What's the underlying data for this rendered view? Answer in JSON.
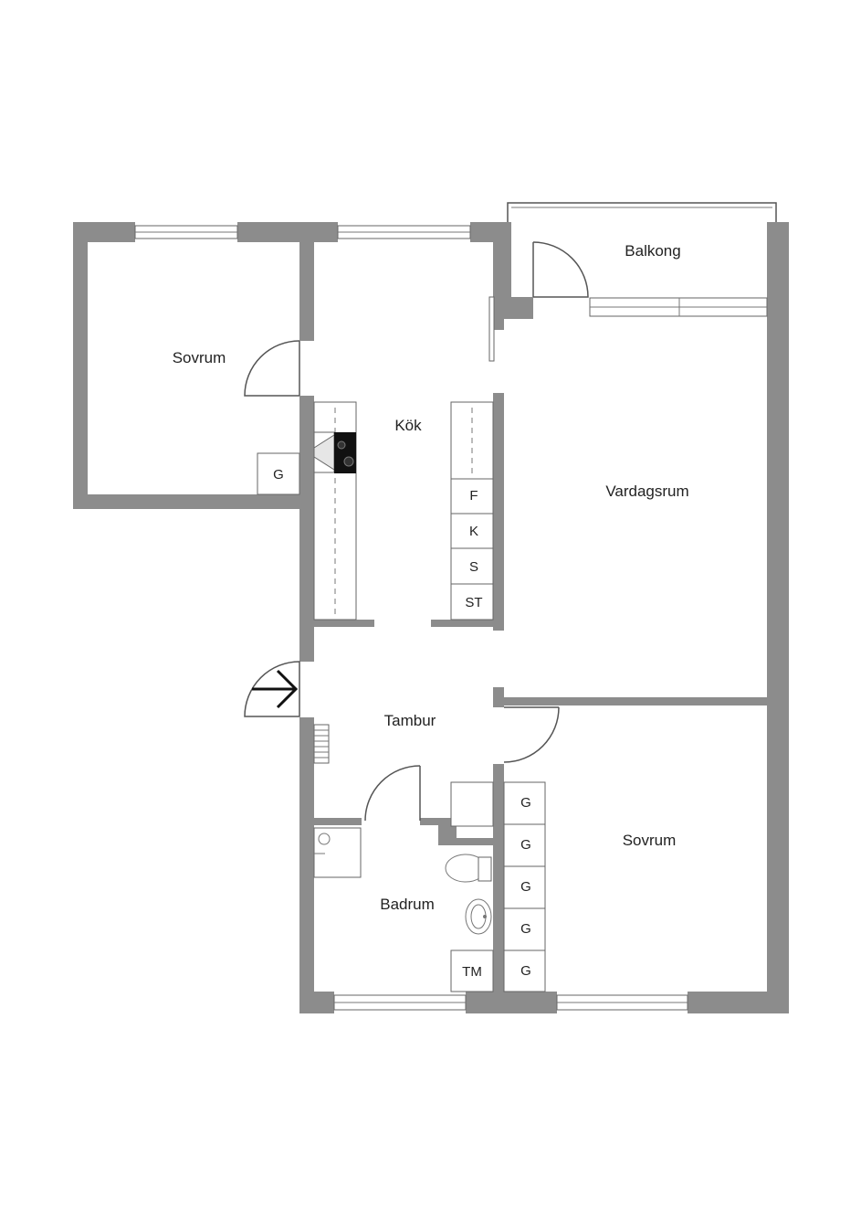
{
  "rooms": {
    "sovrum_nw": "Sovrum",
    "kok": "Kök",
    "balkong": "Balkong",
    "vardagsrum": "Vardagsrum",
    "tambur": "Tambur",
    "badrum": "Badrum",
    "sovrum_se": "Sovrum"
  },
  "fixtures": {
    "closet_g": "G",
    "fridge": "F",
    "freezer": "K",
    "storage": "S",
    "broom": "ST",
    "washer": "TM",
    "wardrobes": [
      "G",
      "G",
      "G",
      "G",
      "G"
    ]
  },
  "colors": {
    "wall": "#8c8c8c",
    "line": "#555555"
  }
}
